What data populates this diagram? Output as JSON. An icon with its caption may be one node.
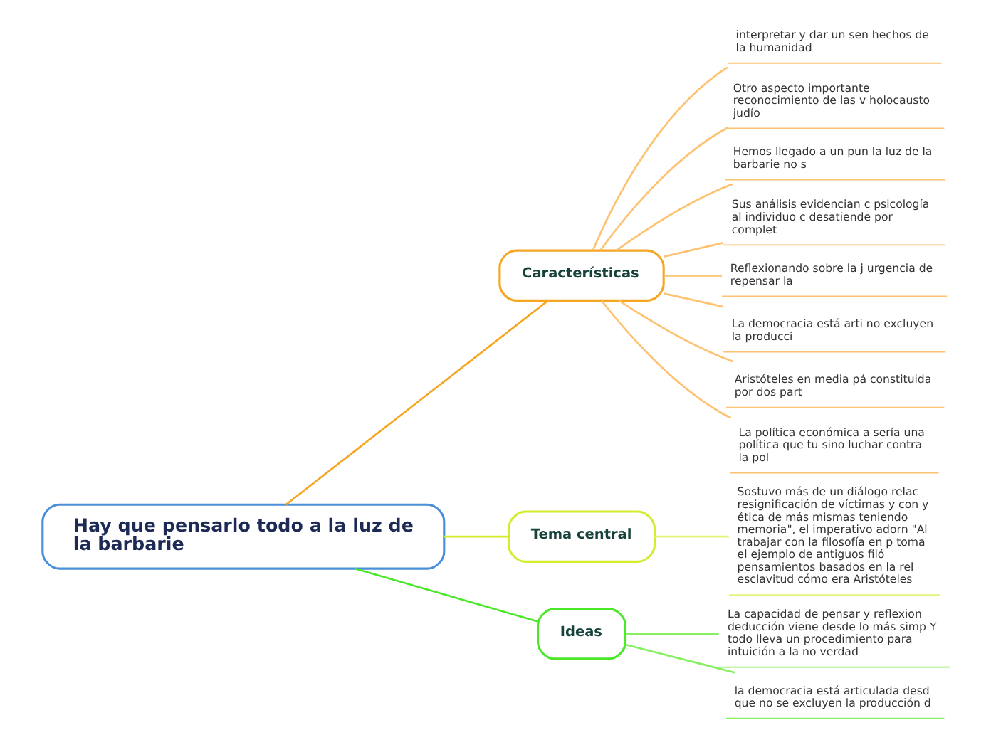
{
  "diagram": {
    "nodes": [
      {
        "text": [
          "Hay que pensarlo todo a la luz de la barbarie"
        ]
      },
      {
        "text": [
          "Características"
        ]
      },
      {
        "text": [
          "interpretar y dar un sen hechos de la humanidad"
        ]
      },
      {
        "text": [
          "Otro aspecto importante reconocimiento de las v holocausto judío"
        ]
      },
      {
        "text": [
          "Hemos llegado a un pun la luz de la barbarie no s"
        ]
      },
      {
        "text": [
          "Sus análisis evidencian c psicología al individuo c desatiende por complet"
        ]
      },
      {
        "text": [
          "Reflexionando sobre la j urgencia de repensar la"
        ]
      },
      {
        "text": [
          "La democracia está arti no excluyen la producci"
        ]
      },
      {
        "text": [
          "Aristóteles en media pá constituida por dos part"
        ]
      },
      {
        "text": [
          "La política económica a sería una política que tu sino luchar contra la pol"
        ]
      },
      {
        "text": [
          "Tema central"
        ]
      },
      {
        "text": [
          "Sostuvo más de un diálogo relac resignificación de víctimas y con y ética de más mismas teniendo memoria\", el imperativo adorn \"Al trabajar con la filosofía en p toma el ejemplo de antiguos filó pensamientos basados en la rel esclavitud cómo era Aristóteles"
        ]
      },
      {
        "text": [
          "Ideas"
        ]
      },
      {
        "text": [
          "La capacidad de pensar y reflexion deducción viene desde lo más simp Y todo lleva un procedimiento para intuición a la no verdad"
        ]
      },
      {
        "text": [
          "la democracia está articulada desd que no se excluyen la producción d"
        ]
      }
    ],
    "edges": [
      {
        "from": 0,
        "to": 1,
        "arrow": "none",
        "color": "#f5a623"
      },
      {
        "from": 1,
        "to": 2,
        "arrow": "none"
      },
      {
        "from": 1,
        "to": 3,
        "arrow": "none"
      },
      {
        "from": 1,
        "to": 4,
        "arrow": "none"
      },
      {
        "from": 1,
        "to": 5,
        "arrow": "none"
      },
      {
        "from": 1,
        "to": 6,
        "arrow": "none"
      },
      {
        "from": 1,
        "to": 7,
        "arrow": "none"
      },
      {
        "from": 1,
        "to": 8,
        "arrow": "none"
      },
      {
        "from": 1,
        "to": 9,
        "arrow": "none"
      },
      {
        "from": 0,
        "to": 10,
        "arrow": "none",
        "color": "#d4ec2c"
      },
      {
        "from": 10,
        "to": 11,
        "arrow": "none",
        "color": "#e4f27a"
      },
      {
        "from": 0,
        "to": 12,
        "arrow": "none",
        "color": "#4be82a"
      },
      {
        "from": 12,
        "to": 13,
        "arrow": "none",
        "color": "#86f060"
      },
      {
        "from": 12,
        "to": 14,
        "arrow": "none",
        "color": "#86f060"
      }
    ]
  }
}
